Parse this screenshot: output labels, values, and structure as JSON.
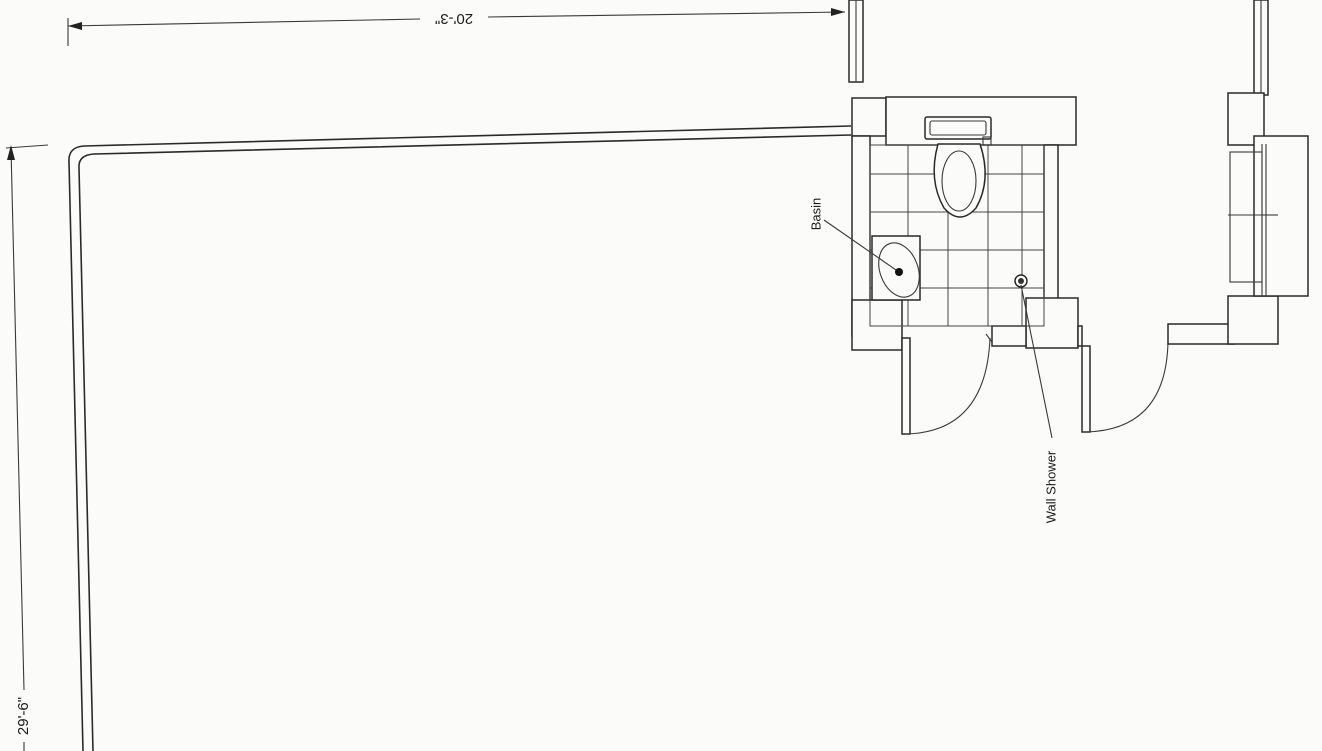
{
  "dimensions": {
    "width_label": "20'-3\"",
    "depth_label": "29'-6\""
  },
  "labels": {
    "basin": "Basin",
    "wall_shower": "Wall Shower"
  }
}
